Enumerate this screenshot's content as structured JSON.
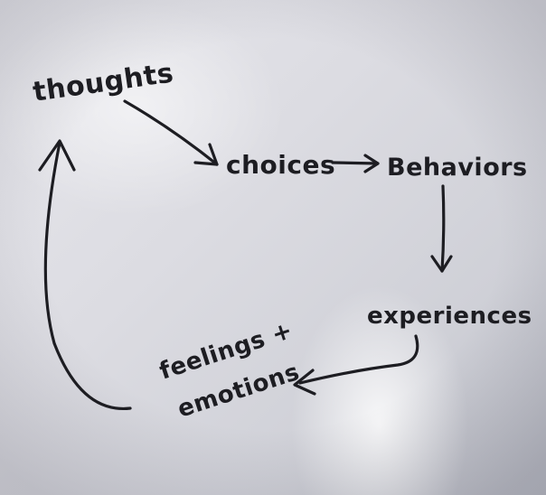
{
  "nodes": {
    "thoughts": "thoughts",
    "choices": "choices",
    "behaviors": "Behaviors",
    "experiences": "experiences",
    "feelings_line1": "feelings +",
    "feelings_line2": "emotions"
  },
  "colors": {
    "ink": "#1d1d22",
    "board": "#dcdce2"
  }
}
